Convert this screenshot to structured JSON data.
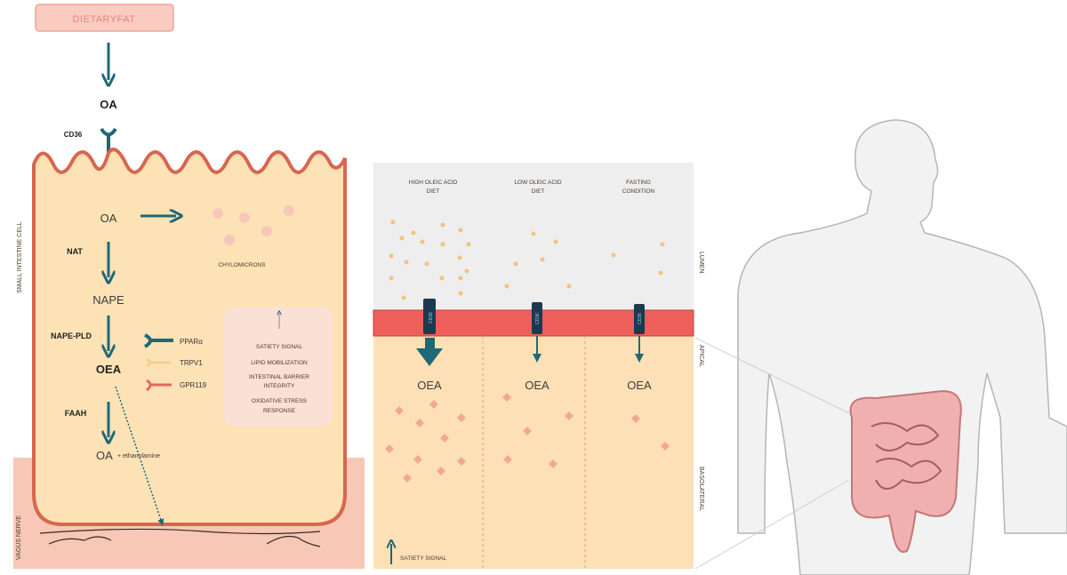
{
  "left_panel": {
    "dietary_fat": "DIETARYFAT",
    "oa_outside": "OA",
    "cd36": "CD36",
    "cell_label": "SMALL INTESTINE CELL",
    "oa_inside": "OA",
    "chylomicrons": "CHYLOMICRONS",
    "nat": "NAT",
    "nape": "NAPE",
    "nape_pld": "NAPE-PLD",
    "oea": "OEA",
    "receptors": [
      "PPARα",
      "TRPV1",
      "GPR119"
    ],
    "effects": [
      "SATIETY SIGNAL",
      "LIPID MOBILIZATION",
      "INTESTINAL BARRIER",
      "INTEGRITY",
      "OXIDATIVE STRESS",
      "RESPONSE"
    ],
    "faah": "FAAH",
    "products_oa": "OA",
    "products_rest": "+ ethanolamine",
    "nerve_label": "VAGUS NERVE"
  },
  "middle_panel": {
    "columns": [
      {
        "line1": "HIGH OLEIC ACID",
        "line2": "DIET",
        "transporter": "CD36",
        "product": "OEA"
      },
      {
        "line1": "LOW OLEIC ACID",
        "line2": "DIET",
        "transporter": "CD36",
        "product": "OEA"
      },
      {
        "line1": "FASTING",
        "line2": "CONDITION",
        "transporter": "CD36",
        "product": "OEA"
      }
    ],
    "side_labels": [
      "LUMEN",
      "APICAL",
      "BASOLATERAL"
    ],
    "legend": "SATIETY SIGNAL"
  },
  "colors": {
    "teal": "#1e6878",
    "membrane": "#ef5f5a",
    "cell": "#fde2b6",
    "nerve_bg": "#f7c8b6"
  }
}
